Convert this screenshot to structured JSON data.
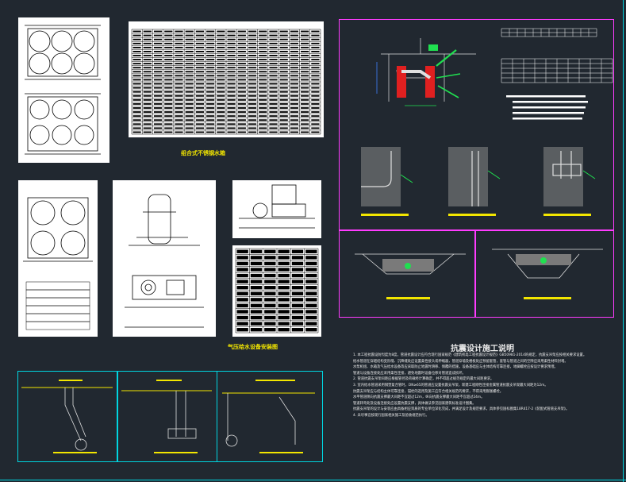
{
  "labels": {
    "upper_left_caption": "组合式不锈钢水箱",
    "middle_caption": "气压给水设备安装图",
    "right_title": "抗震设计施工说明"
  },
  "notes": [
    "1. 本工程抗震设防烈度为8度，管道抗震设计应符合现行国家规范《建筑机电工程抗震设计规范》GB50981-2014的规定，抗震支吊架应按相关要求设置。",
    "   给水管道在穿越结构变形缝、沉降缝处应设置柔性接头或伸缩器，管道穿墙及楼板处应预留套管，套管与管道之间的空隙应采用柔性材料封堵。",
    "   水泵机组、水箱及气压给水设备等应采取防止地震时滑移、倾覆的措施，设备基础应与主体结构可靠连接，地脚螺栓应按设计要求预埋。",
    "   管道与设备连接处应采用柔性连接，避免地震时设备位移对管道造成损坏。",
    "2. 管道抗震支吊架间距应根据管径及荷载经计算确定，并不得超过规范规定的最大间距要求。",
    "3. 室内给水管道采用钢塑复合管时，DN≥65的管道应设置抗震支吊架，新建工程刚性连接金属管道抗震支吊架最大间距为12m。",
    "   抗震支吊架应与结构主体可靠连接，锚栓的选用及施工应符合相关规范的要求，不得采用膨胀螺栓。",
    "   水平管道侧向抗震支撑最大间距不宜超过12m，纵向抗震支撑最大间距不宜超过24m。",
    "   管道转弯处及设备连接处应设置抗震支撑，具体做法参见国家建筑标准设计图集。",
    "   抗震支吊架的设计与安装应由具备相应资质的专业单位深化完成，并满足设计及规范要求，具体参见国标图集18R417-2《装配式管道支吊架》。",
    "4. 未尽事宜按现行国家相关施工及验收规范执行。"
  ],
  "colors": {
    "background": "#212830",
    "frame_magenta": "#ff3cff",
    "frame_cyan": "#00d5e0",
    "label_yellow": "#f3e600",
    "accent_green": "#20e050",
    "accent_red": "#e02020"
  }
}
